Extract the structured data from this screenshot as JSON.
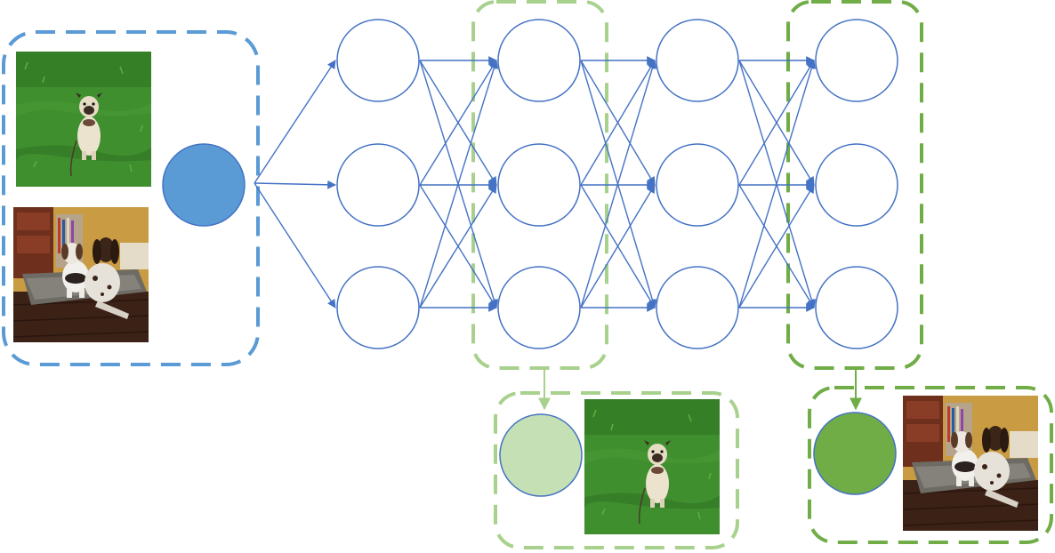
{
  "colors": {
    "edge": "#4472c4",
    "node_stroke": "#4472c4",
    "input_fill": "#5b9bd5",
    "input_frame": "#5b9bd5",
    "light_green": "#a9d18e",
    "light_green_fill": "#c5e0b4",
    "dark_green": "#70ad47",
    "grass": "#3f8f2f",
    "grass_dark": "#2e6e22",
    "floor": "#3b2116",
    "wall": "#c99b42"
  },
  "icons": {
    "pug_photo": "pug-on-grass-photo",
    "dogs_photo": "two-dogs-on-bed-photo"
  },
  "network": {
    "layers": 5,
    "nodes_per_layer": 3,
    "highlighted_layers": [
      "layer-2",
      "layer-5"
    ]
  }
}
